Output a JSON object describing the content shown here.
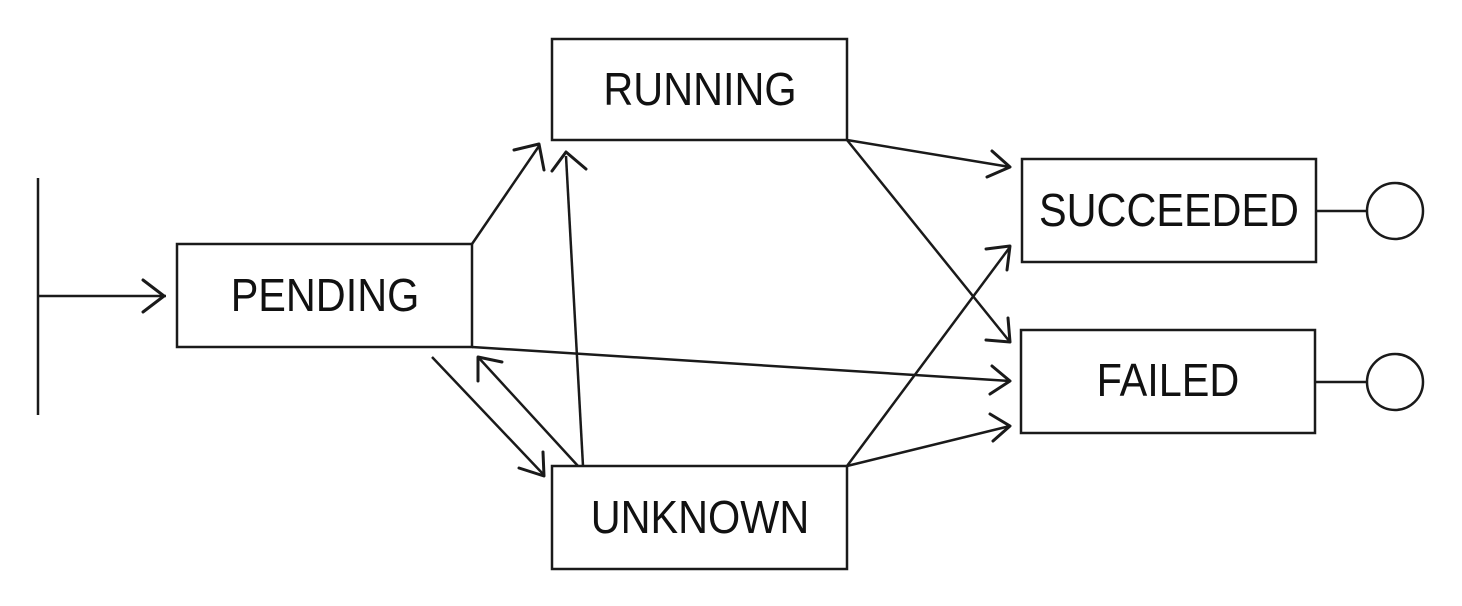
{
  "states": {
    "pending": "PENDING",
    "running": "RUNNING",
    "unknown": "UNKNOWN",
    "succeeded": "SUCCEEDED",
    "failed": "FAILED"
  },
  "transitions": [
    {
      "from": "initial",
      "to": "pending"
    },
    {
      "from": "pending",
      "to": "running"
    },
    {
      "from": "pending",
      "to": "unknown"
    },
    {
      "from": "pending",
      "to": "failed"
    },
    {
      "from": "unknown",
      "to": "pending"
    },
    {
      "from": "unknown",
      "to": "running"
    },
    {
      "from": "unknown",
      "to": "succeeded"
    },
    {
      "from": "unknown",
      "to": "failed"
    },
    {
      "from": "running",
      "to": "succeeded"
    },
    {
      "from": "running",
      "to": "failed"
    },
    {
      "from": "succeeded",
      "to": "end"
    },
    {
      "from": "failed",
      "to": "end"
    }
  ]
}
